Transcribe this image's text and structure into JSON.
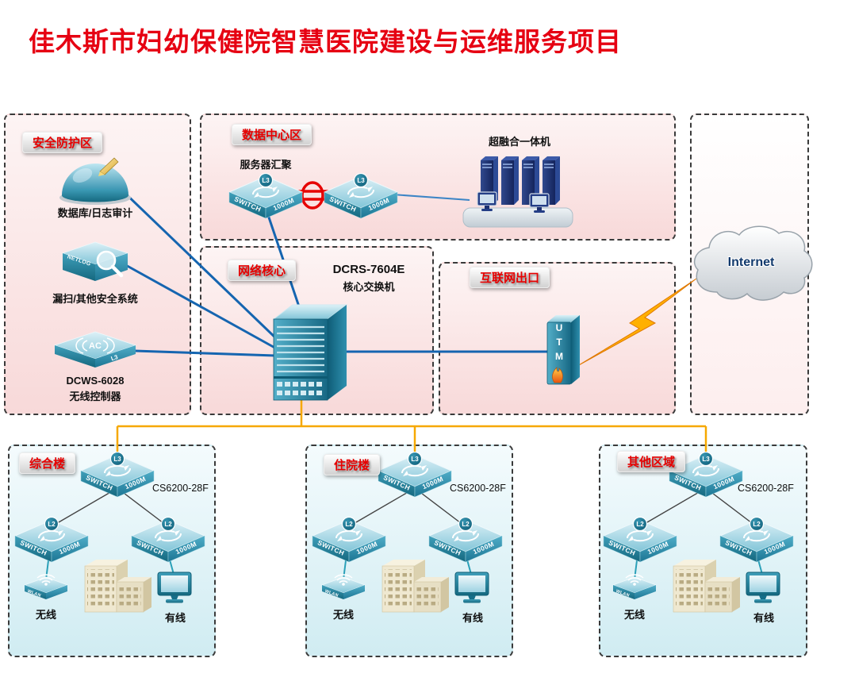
{
  "title": "佳木斯市妇幼保健院智慧医院建设与运维服务项目",
  "labels": {
    "switch": "SWITCH",
    "speed": "1000M",
    "l3": "L3",
    "l2": "L2",
    "ac": "AC",
    "wlan": "WLAN",
    "netlog": "NETLOG",
    "utm": "UTM"
  },
  "security": {
    "zone_title": "安全防护区",
    "audit": "数据库/日志审计",
    "scanner": "漏扫/其他安全系统",
    "controller_model": "DCWS-6028",
    "controller_name": "无线控制器"
  },
  "datacenter": {
    "zone_title": "数据中心区",
    "aggregation": "服务器汇聚",
    "hci": "超融合一体机"
  },
  "core": {
    "zone_title": "网络核心",
    "model": "DCRS-7604E",
    "name": "核心交换机"
  },
  "internet_exit": {
    "zone_title": "互联网出口"
  },
  "internet": {
    "label": "Internet"
  },
  "buildings": [
    {
      "zone_title": "综合楼",
      "switch_model": "CS6200-28F",
      "wireless": "无线",
      "wired": "有线"
    },
    {
      "zone_title": "住院楼",
      "switch_model": "CS6200-28F",
      "wireless": "无线",
      "wired": "有线"
    },
    {
      "zone_title": "其他区域",
      "switch_model": "CS6200-28F",
      "wireless": "无线",
      "wired": "有线"
    }
  ],
  "colors": {
    "title": "#e60012",
    "zone_label": "#e60000",
    "link_blue": "#1565b0",
    "link_yellow": "#f6a800",
    "link_red": "#e60000",
    "link_teal": "#2aa0b8",
    "device_teal": "#2e8fae",
    "zone_pink": "#f8d9d9",
    "zone_cyan": "#d0ecf2"
  }
}
